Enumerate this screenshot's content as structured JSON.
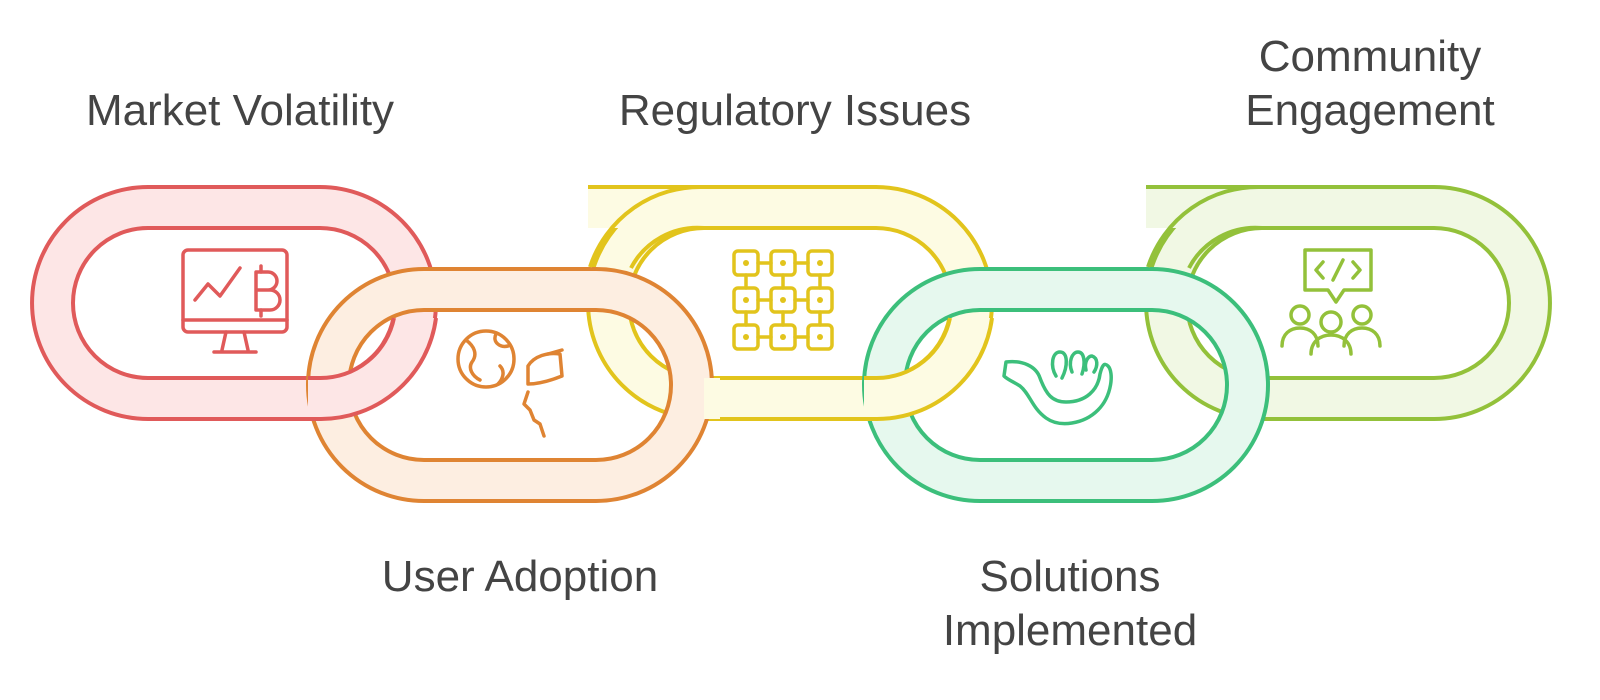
{
  "links": [
    {
      "id": "market",
      "label_lines": [
        "Market Volatility"
      ],
      "icon": "crypto-monitor-icon",
      "stroke": "#e05a5a",
      "fill": "#fde6e6"
    },
    {
      "id": "user",
      "label_lines": [
        "User Adoption"
      ],
      "icon": "globe-face-icon",
      "stroke": "#df8433",
      "fill": "#fdeee1"
    },
    {
      "id": "regulatory",
      "label_lines": [
        "Regulatory Issues"
      ],
      "icon": "blockchain-grid-icon",
      "stroke": "#e2c41c",
      "fill": "#fdfbe3"
    },
    {
      "id": "solutions",
      "label_lines": [
        "Solutions",
        "Implemented"
      ],
      "icon": "hand-icon",
      "stroke": "#3cbf7b",
      "fill": "#e6f8ee"
    },
    {
      "id": "community",
      "label_lines": [
        "Community",
        "Engagement"
      ],
      "icon": "code-community-icon",
      "stroke": "#93c13a",
      "fill": "#f1f8e4"
    }
  ]
}
